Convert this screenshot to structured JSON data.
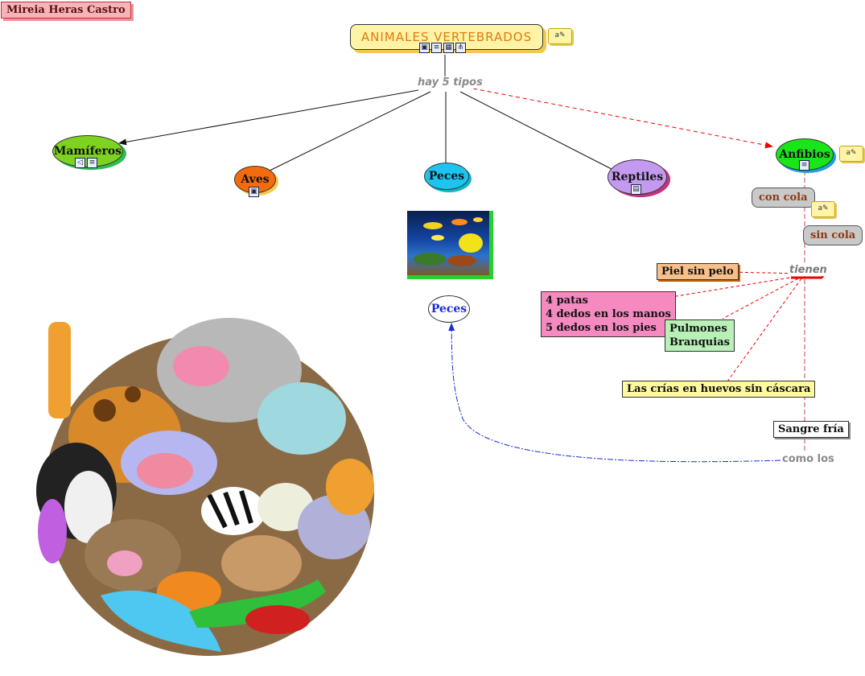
{
  "author": "Mireia Heras Castro",
  "title": "ANIMALES VERTEBRADOS",
  "link_main": "hay 5 tipos",
  "nodes": {
    "mamiferos": "Mamíferos",
    "aves": "Aves",
    "peces": "Peces",
    "reptiles": "Reptiles",
    "anfibios": "Anfibios",
    "peces_ref": "Peces"
  },
  "anfibios_branch": {
    "con_cola": "con cola",
    "sin_cola": "sin cola",
    "link_tienen": "tienen",
    "piel": "Piel sin pelo",
    "patas": [
      "4 patas",
      "4 dedos en los manos",
      "5 dedos en los pies"
    ],
    "pulmones": [
      "Pulmones",
      "Branquias"
    ],
    "crias": "Las crías en huevos sin cáscara",
    "sangre": "Sangre fría",
    "link_como": "como los"
  },
  "colors": {
    "mamiferos": "#7ed321",
    "aves": "#f26b0f",
    "peces": "#1ec4f0",
    "reptiles": "#c49af0",
    "anfibios": "#19e619",
    "piel": "#f7c08a",
    "patas": "#f58ac0",
    "pulmones": "#b8f0b8",
    "crias": "#fff9a0"
  },
  "icons": [
    "image-icon",
    "document-icon",
    "map-icon",
    "hierarchy-icon",
    "audio-icon",
    "video-icon",
    "note-icon"
  ]
}
